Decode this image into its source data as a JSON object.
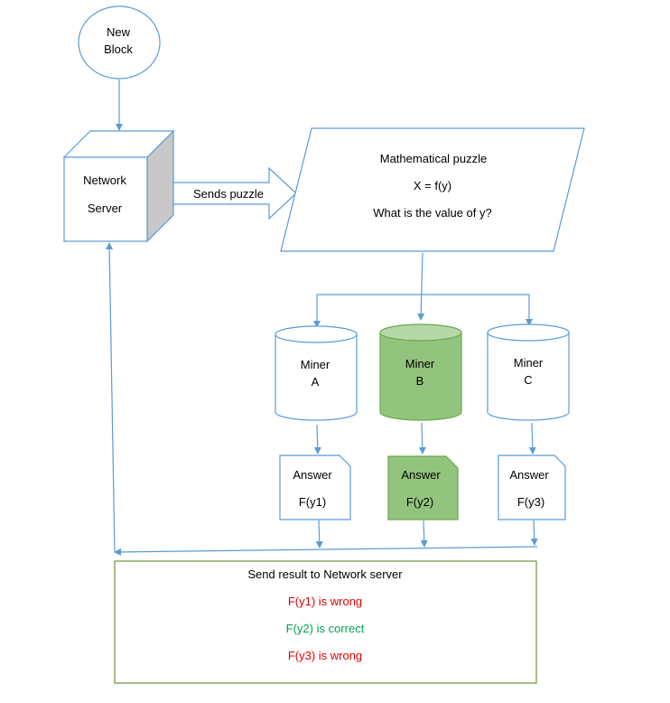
{
  "new_block": {
    "line1": "New",
    "line2": "Block"
  },
  "network_server": {
    "line1": "Network",
    "line2": "Server"
  },
  "sends_puzzle": "Sends puzzle",
  "puzzle": {
    "title": "Mathematical puzzle",
    "equation": "X = f(y)",
    "question": "What is the value of y?"
  },
  "miners": [
    {
      "line1": "Miner",
      "line2": "A"
    },
    {
      "line1": "Miner",
      "line2": "B"
    },
    {
      "line1": "Miner",
      "line2": "C"
    }
  ],
  "answers": [
    {
      "label": "Answer",
      "value": "F(y1)"
    },
    {
      "label": "Answer",
      "value": "F(y2)"
    },
    {
      "label": "Answer",
      "value": "F(y3)"
    }
  ],
  "result": {
    "title": "Send result to Network server",
    "lines": [
      "F(y1) is wrong",
      "F(y2) is correct",
      "F(y3) is wrong"
    ]
  },
  "colors": {
    "stroke": "#5b9bd5",
    "highlight_fill": "#93c47d",
    "highlight_stroke": "#6aa84f",
    "wrong": "#e00000",
    "correct": "#00a050",
    "result_border": "#6f8f3a",
    "side_gray": "#c8c8c8"
  }
}
